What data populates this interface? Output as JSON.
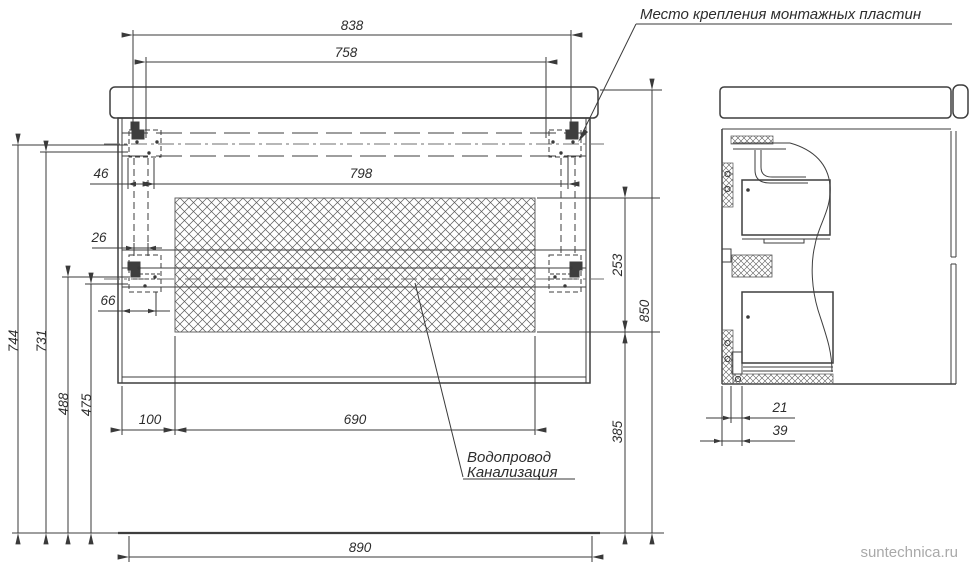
{
  "labels": {
    "mounting": "Место крепления монтажных пластин",
    "plumbing1": "Водопровод",
    "plumbing2": "Канализация",
    "watermark": "suntechnica.ru"
  },
  "front": {
    "d838": "838",
    "d758": "758",
    "d798": "798",
    "d46": "46",
    "d26": "26",
    "d66": "66",
    "d744": "744",
    "d731": "731",
    "d488": "488",
    "d475": "475",
    "d253": "253",
    "d850": "850",
    "d385": "385",
    "d100": "100",
    "d690": "690",
    "d890": "890"
  },
  "side": {
    "d21": "21",
    "d39": "39"
  },
  "colors": {
    "line": "#3e3e3e",
    "dim": "#3a3a3a",
    "centerline": "#6f6f6f",
    "hatch": "#5a5a5a",
    "watermark": "#a9a9a9"
  }
}
